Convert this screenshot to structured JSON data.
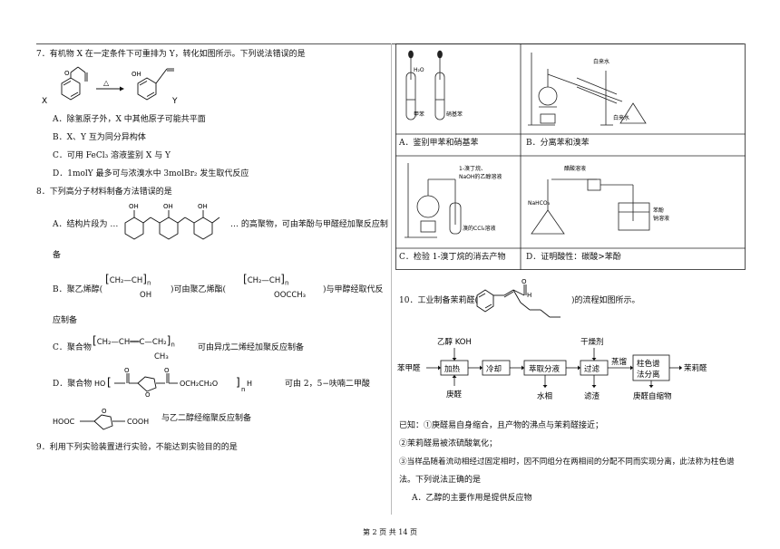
{
  "q7": {
    "stem": "7．有机物 X 在一定条件下可重排为 Y，转化如图所示。下列说法错误的是",
    "label_x": "X",
    "label_y": "Y",
    "arrow_label": "△",
    "options": [
      "A．除氢原子外，X 中其他原子可能共平面",
      "B．X、Y 互为同分异构体",
      "C．可用 FeCl₃ 溶液鉴别 X 与 Y",
      "D．1molY 最多可与浓溴水中 3molBr₂ 发生取代反应"
    ]
  },
  "q8": {
    "stem": "8．下列高分子材料制备方法错误的是",
    "a_pre": "A．结构片段为 …",
    "a_post": "… 的高聚物，可由苯酚与甲醛经加聚反应制",
    "a_tail": "备",
    "b_pre": "B．聚乙烯醇(",
    "b_mid": ")可由聚乙烯酯(",
    "b_post": ")与甲醇经取代反",
    "b_tail": "应制备",
    "c_pre": "C．聚合物",
    "c_post": "可由异戊二烯经加聚反应制备",
    "d_pre": "D．聚合物",
    "d_post": "可由 2，5−呋喃二甲酸",
    "d_tail": "与乙二醇经缩聚反应制备",
    "chem_b1": "CH₂—CH",
    "chem_b1_sub": "OH",
    "chem_b2": "CH₂—CH",
    "chem_b2_sub": "OOCCH₃",
    "chem_c": "CH₂—CH══C—CH₂",
    "chem_c_sub": "CH₃",
    "chem_d_left": "HO",
    "chem_d_mid": "OCH₂CH₂O",
    "chem_d_right": "H",
    "chem_acid_left": "HOOC",
    "chem_acid_right": "COOH",
    "sub_n": "n",
    "oh_label": "OH",
    "o_label": "O"
  },
  "q9": {
    "stem": "9．利用下列实验装置进行实验，不能达到实验目的的是",
    "cells": [
      "A．鉴别甲苯和硝基苯",
      "B．分离苯和溴苯",
      "C．检验 1-溴丁烷的消去产物",
      "D．证明酸性：碳酸>苯酚"
    ],
    "labels_a": [
      "H₂O",
      "甲苯",
      "硝基苯"
    ],
    "labels_b": [
      "白来水",
      "白来水"
    ],
    "labels_c": [
      "1-溴丁烷、",
      "NaOH的乙醇溶液",
      "溴的CCl₄溶液"
    ],
    "labels_d": [
      "醋酸溶液",
      "NaHCO₃",
      "苯酚",
      "钠溶液"
    ]
  },
  "q10": {
    "stem_pre": "10．工业制备茉莉醛(",
    "stem_post": ")的流程如图所示。",
    "h_label": "H",
    "o_label": "O",
    "flow": {
      "top_inputs": "乙醇 KOH",
      "start": "苯甲醛",
      "box1": "加热",
      "box2": "冷却",
      "box3": "萃取分液",
      "box4": "过滤",
      "dry": "干燥剂",
      "distill": "蒸馏",
      "box5_l1": "柱色谱",
      "box5_l2": "法分离",
      "end": "茉莉醛",
      "in_bottom": "庚醛",
      "out_water": "水相",
      "out_residue": "滤渣",
      "out_byproduct": "庚醛自缩物"
    },
    "known": [
      "已知：①庚醛易自身缩合，且产物的沸点与茉莉醛接近；",
      "②茉莉醛易被浓硫酸氧化；",
      "③当样品随着流动相经过固定相时，因不同组分在两相间的分配不同而实现分离，此法称为柱色谱",
      "法。下列说法正确的是"
    ],
    "option_a": "A．乙醇的主要作用是提供反应物"
  },
  "footer": "第 2 页 共 14 页"
}
